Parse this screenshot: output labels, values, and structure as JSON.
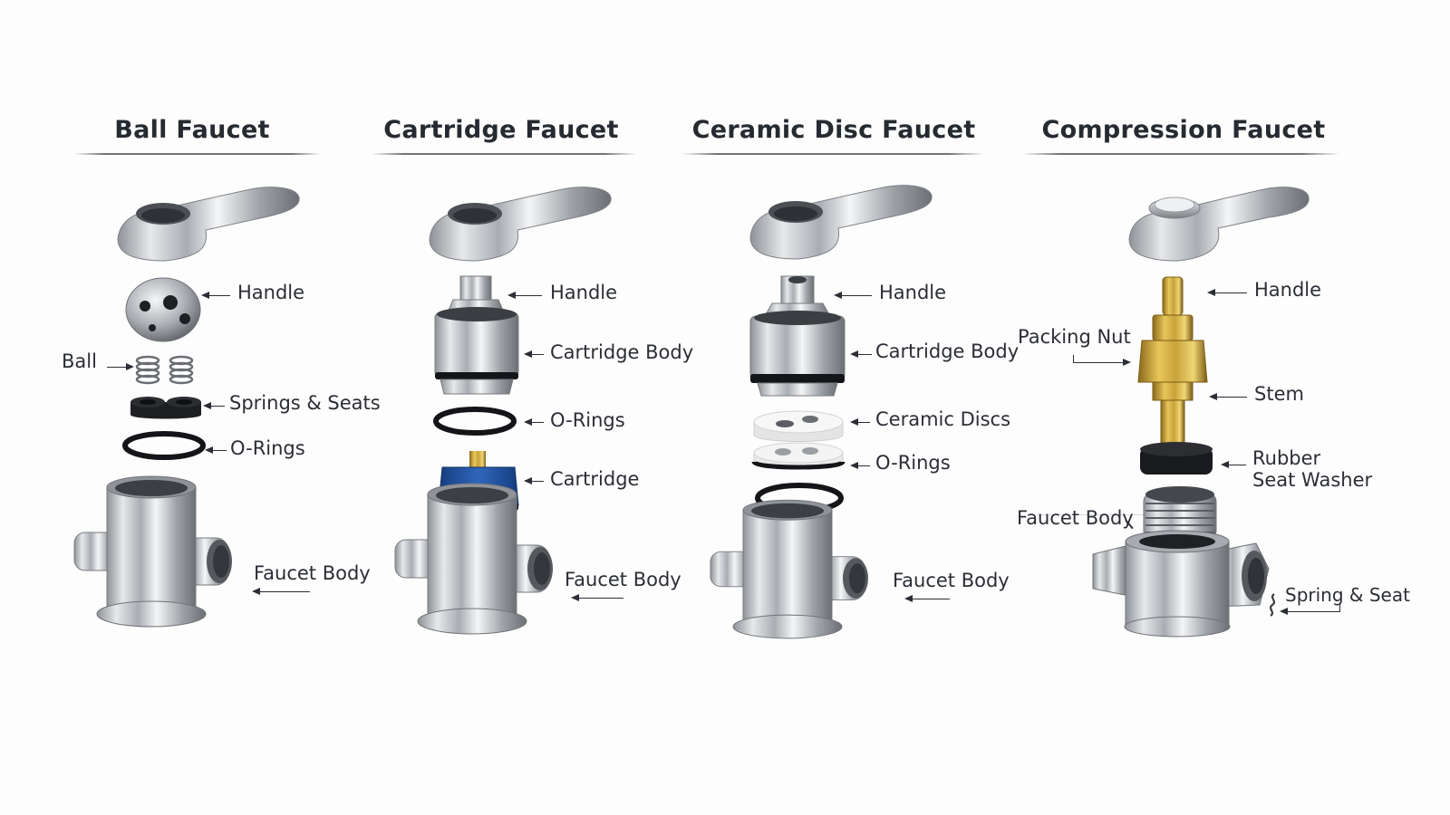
{
  "diagram": {
    "columns": [
      {
        "title": "Ball Faucet",
        "labels": {
          "handle": "Handle",
          "ball": "Ball",
          "springs_seats": "Springs & Seats",
          "o_rings": "O-Rings",
          "faucet_body": "Faucet Body"
        }
      },
      {
        "title": "Cartridge Faucet",
        "labels": {
          "handle": "Handle",
          "cartridge_body": "Cartridge Body",
          "o_rings": "O-Rings",
          "cartridge": "Cartridge",
          "faucet_body": "Faucet Body"
        }
      },
      {
        "title": "Ceramic Disc Faucet",
        "labels": {
          "handle": "Handle",
          "cartridge_body": "Cartridge Body",
          "ceramic_discs": "Ceramic Discs",
          "o_rings": "O-Rings",
          "faucet_body": "Faucet Body"
        }
      },
      {
        "title": "Compression Faucet",
        "labels": {
          "handle": "Handle",
          "packing_nut": "Packing Nut",
          "stem": "Stem",
          "rubber_seat_washer_line1": "Rubber",
          "rubber_seat_washer_line2": "Seat Washer",
          "faucet_body": "Faucet Body",
          "spring_seat": "Spring & Seat"
        }
      }
    ],
    "colors": {
      "background": "#fdfdfd",
      "text": "#2b2e35",
      "steel": "#b9bcc0",
      "rubber": "#1c1d20",
      "brass": "#c9a23a",
      "cartridge_blue": "#2356a8",
      "ceramic": "#f1f1f1"
    }
  }
}
